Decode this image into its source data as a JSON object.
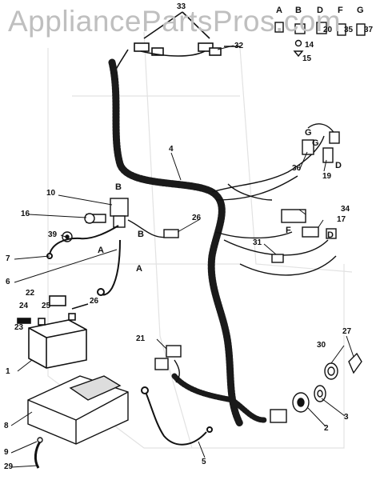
{
  "watermark": "AppliancePartsPros.com",
  "connector_key": {
    "letters": [
      "A",
      "B",
      "D",
      "F",
      "G"
    ],
    "parts": [
      "20",
      "14",
      "15",
      "35",
      "37"
    ]
  },
  "parts": [
    "33",
    "32",
    "4",
    "36",
    "19",
    "10",
    "16",
    "39",
    "7",
    "6",
    "34",
    "17",
    "31",
    "26",
    "22",
    "24",
    "25",
    "26",
    "23",
    "1",
    "21",
    "30",
    "27",
    "3",
    "2",
    "8",
    "9",
    "29",
    "5"
  ],
  "letters": [
    "B",
    "A",
    "B",
    "A",
    "G",
    "G",
    "D",
    "F",
    "D"
  ]
}
